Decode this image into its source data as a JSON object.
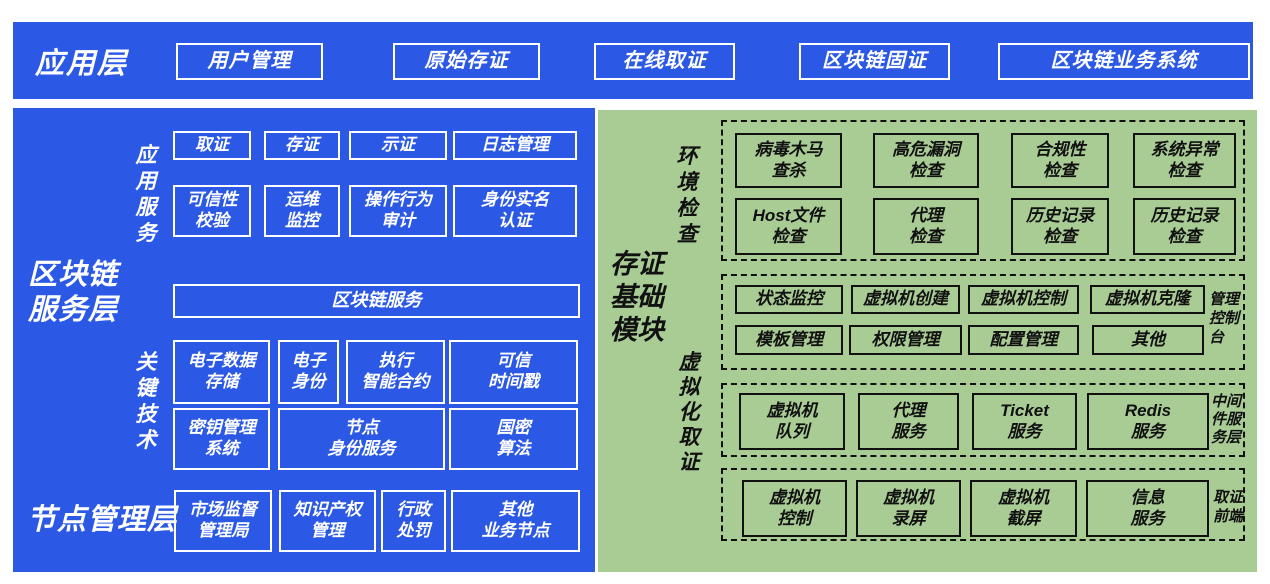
{
  "colors": {
    "blue": "#2B59E5",
    "green": "#A9CC95",
    "border_light": "#ffffff",
    "border_dark": "#111111"
  },
  "app_layer": {
    "label": "应用层",
    "items": [
      "用户管理",
      "原始存证",
      "在线取证",
      "区块链固证",
      "区块链业务系统"
    ]
  },
  "blockchain_layer": {
    "label": "区块链\n服务层",
    "app_services": {
      "label": "应\n用\n服\n务",
      "row1": [
        "取证",
        "存证",
        "示证",
        "日志管理"
      ],
      "row2": [
        "可信性\n校验",
        "运维\n监控",
        "操作行为\n审计",
        "身份实名\n认证"
      ]
    },
    "service_box": "区块链服务",
    "key_tech": {
      "label": "关\n键\n技\n术",
      "row1": [
        "电子数据\n存储",
        "电子\n身份",
        "执行\n智能合约",
        "可信\n时间戳"
      ],
      "row2": [
        "密钥管理\n系统",
        "节点\n身份服务",
        "国密\n算法"
      ]
    }
  },
  "node_layer": {
    "label": "节点管理层",
    "items": [
      "市场监督\n管理局",
      "知识产权\n管理",
      "行政\n处罚",
      "其他\n业务节点"
    ]
  },
  "storage_module": {
    "label": "存证\n基础\n模块",
    "env_check": {
      "label": "环\n境\n检\n查",
      "row1": [
        "病毒木马\n查杀",
        "高危漏洞\n检查",
        "合规性\n检查",
        "系统异常\n检查"
      ],
      "row2": [
        "Host文件\n检查",
        "代理\n检查",
        "历史记录\n检查",
        "历史记录\n检查"
      ]
    },
    "virtualization": {
      "label": "虚\n拟\n化\n取\n证",
      "console": {
        "row1": [
          "状态监控",
          "虚拟机创建",
          "虚拟机控制",
          "虚拟机克隆"
        ],
        "row2": [
          "模板管理",
          "权限管理",
          "配置管理",
          "其他"
        ],
        "side_label": "管理\n控制\n台"
      },
      "middleware": {
        "items": [
          "虚拟机\n队列",
          "代理\n服务",
          "Ticket\n服务",
          "Redis\n服务"
        ],
        "side_label": "中间\n件服\n务层"
      },
      "frontend": {
        "items": [
          "虚拟机\n控制",
          "虚拟机\n录屏",
          "虚拟机\n截屏",
          "信息\n服务"
        ],
        "side_label": "取证\n前端"
      }
    }
  }
}
